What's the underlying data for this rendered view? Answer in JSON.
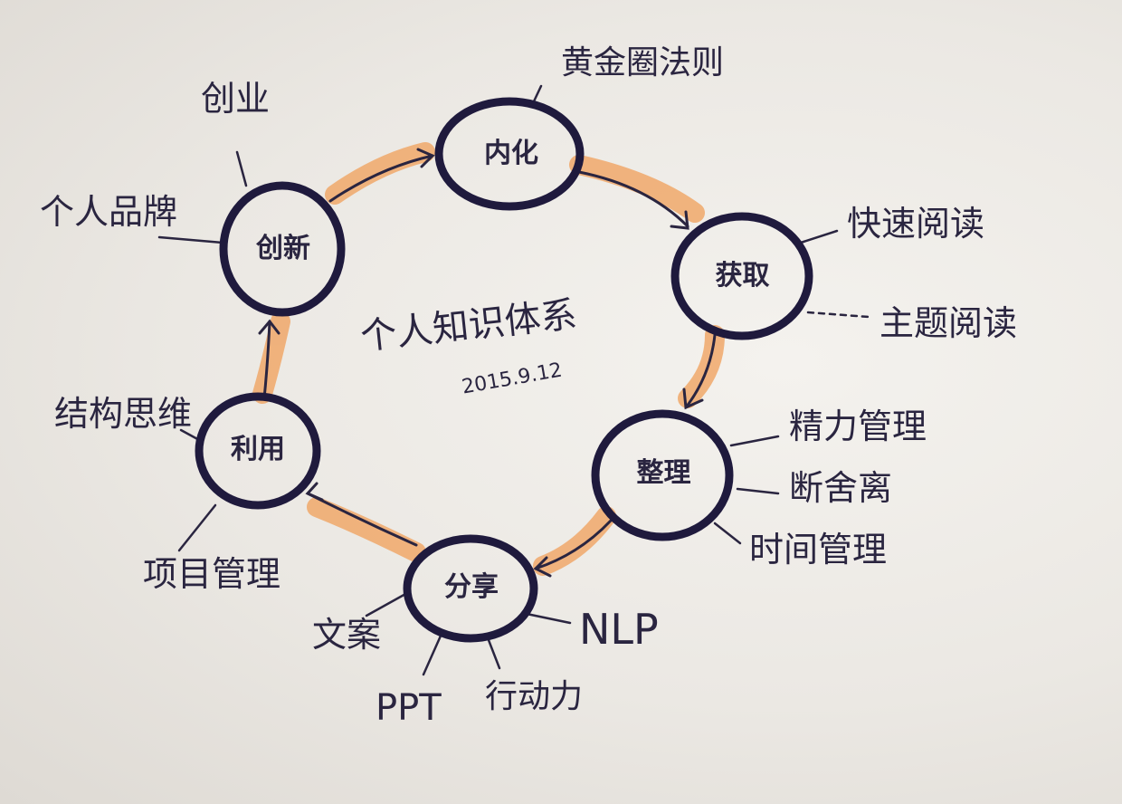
{
  "center": {
    "title": "个人知识体系",
    "date": "2015.9.12"
  },
  "nodes": {
    "top": "内化",
    "right_upper": "获取",
    "right_lower": "整理",
    "bottom": "分享",
    "left_lower": "利用",
    "left_upper": "创新"
  },
  "branches": {
    "golden_circle": "黄金圈法则",
    "fast_reading": "快速阅读",
    "topic_reading": "主题阅读",
    "energy_mgmt": "精力管理",
    "declutter": "断舍离",
    "time_mgmt": "时间管理",
    "nlp": "NLP",
    "action": "行动力",
    "ppt": "PPT",
    "writing": "文案",
    "project_mgmt": "项目管理",
    "structured_thinking": "结构思维",
    "personal_brand": "个人品牌",
    "startup": "创业"
  },
  "colors": {
    "ink": "#1f1a3d",
    "highlighter": "#f0a86a",
    "paper": "#ebe8e3"
  }
}
